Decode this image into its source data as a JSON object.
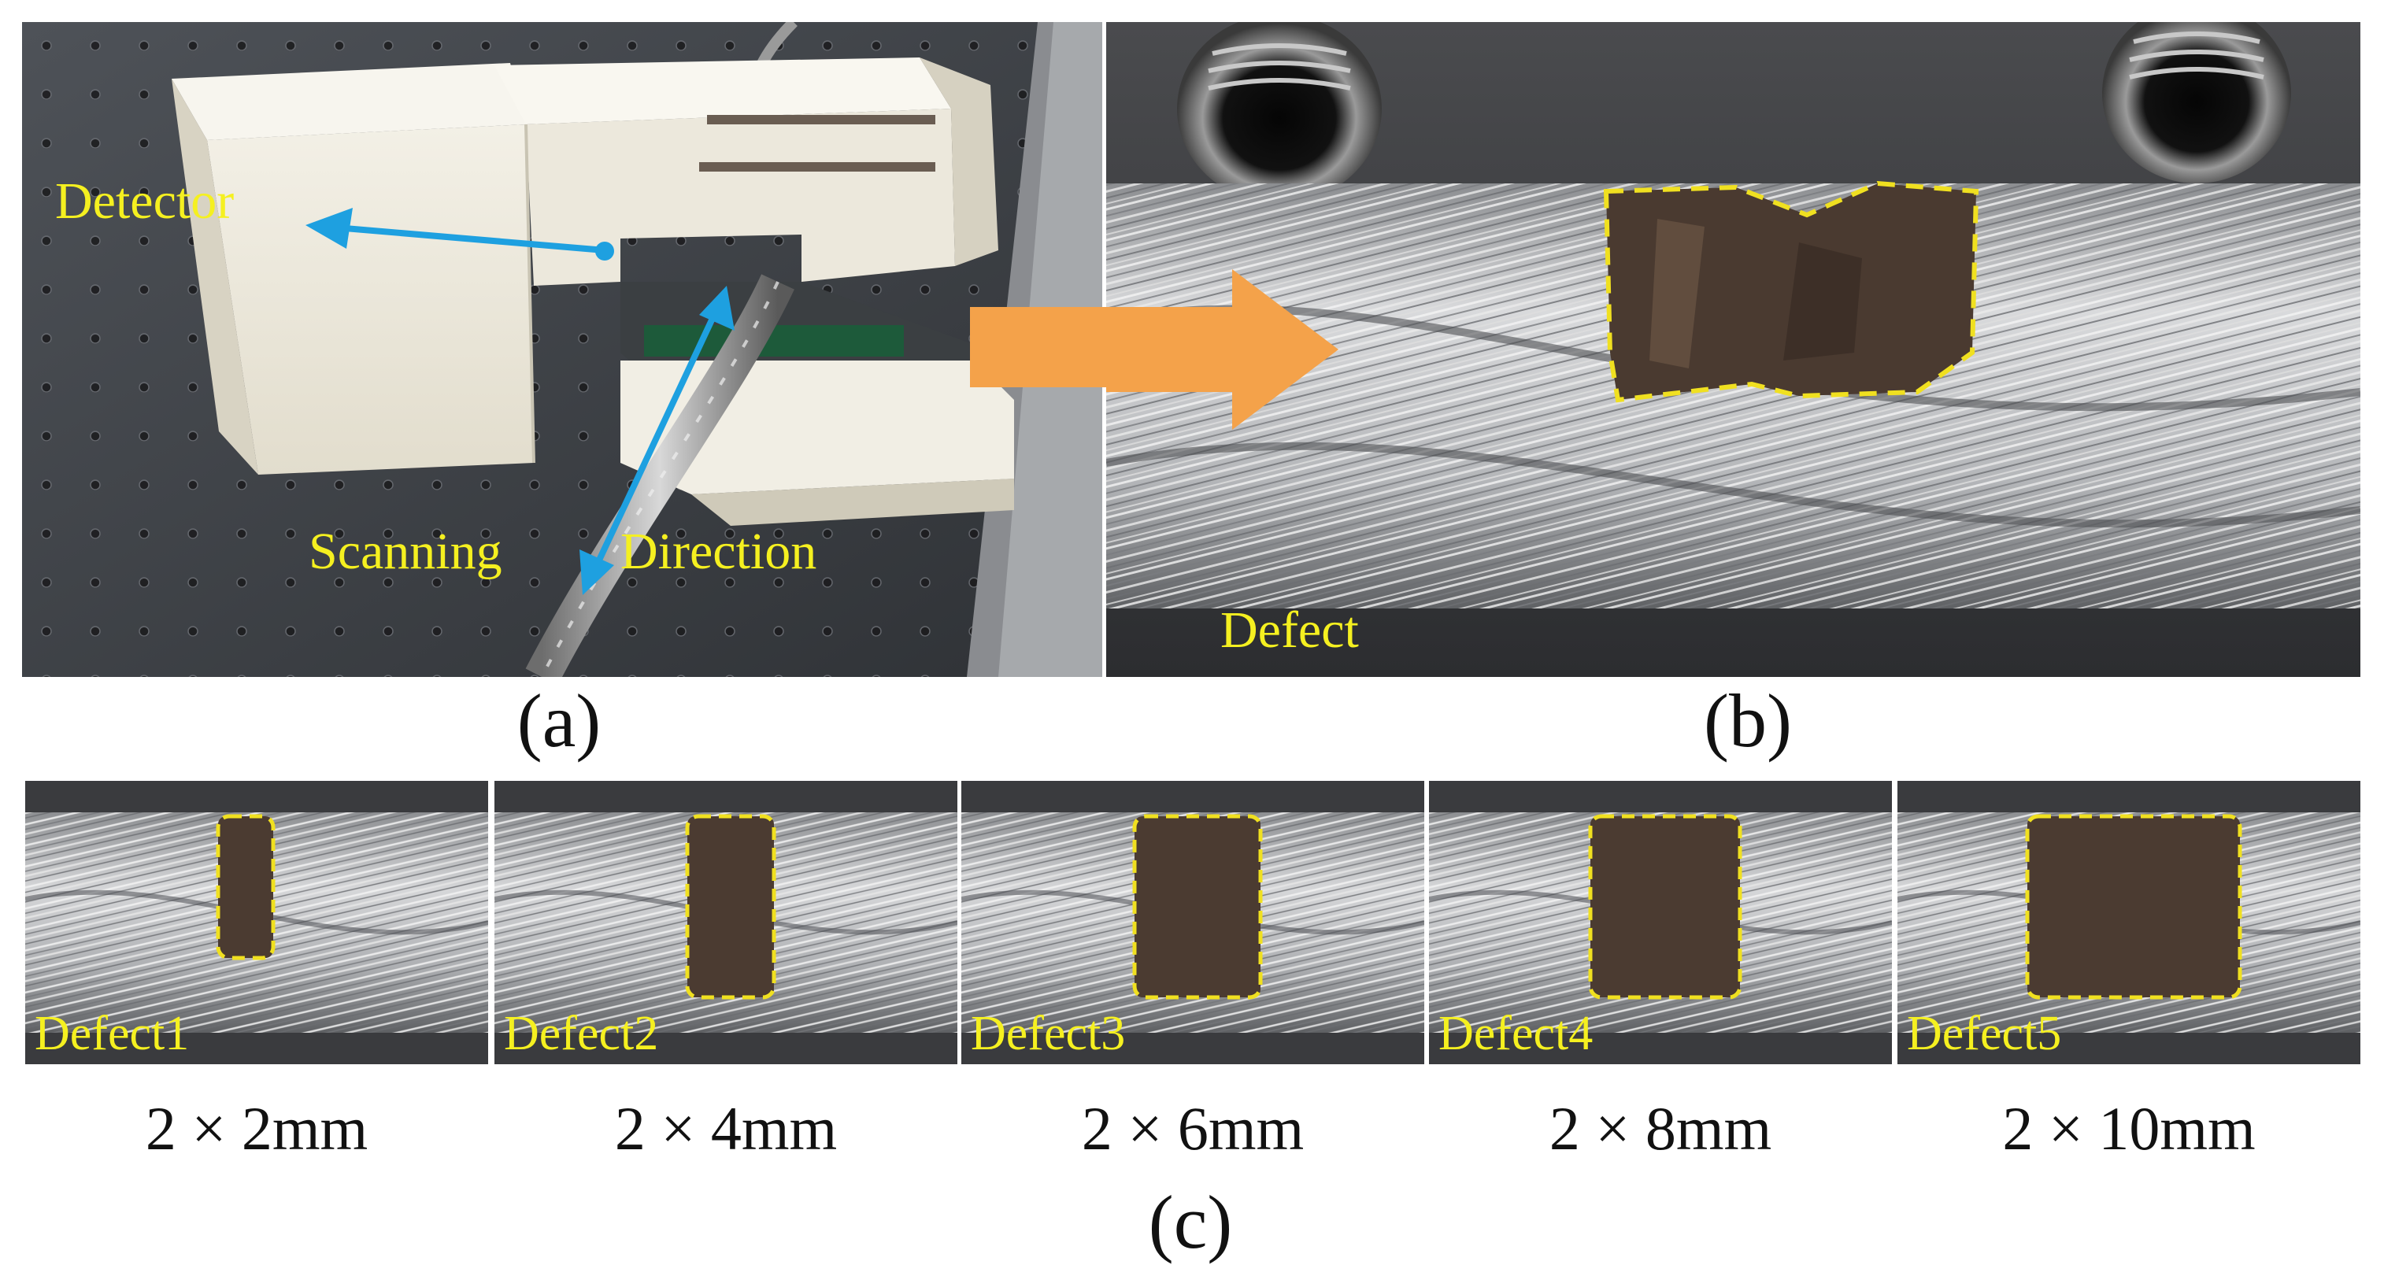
{
  "figure": {
    "panel_a": {
      "caption": "(a)",
      "label_detector": "Detector",
      "label_scanning": "Scanning",
      "label_direction": "Direction"
    },
    "panel_b": {
      "caption": "(b)",
      "label_defect": "Defect"
    },
    "panel_c": {
      "caption": "(c)",
      "defects": [
        {
          "label": "Defect1",
          "size": "2 × 2mm"
        },
        {
          "label": "Defect2",
          "size": "2 × 4mm"
        },
        {
          "label": "Defect3",
          "size": "2 × 6mm"
        },
        {
          "label": "Defect4",
          "size": "2 × 8mm"
        },
        {
          "label": "Defect5",
          "size": "2 × 10mm"
        }
      ]
    },
    "colors": {
      "annotation_yellow": "#f5f020",
      "arrow_blue": "#1ea0e0",
      "arrow_orange": "#f4a24a",
      "defect_outline": "#f0e020"
    }
  }
}
